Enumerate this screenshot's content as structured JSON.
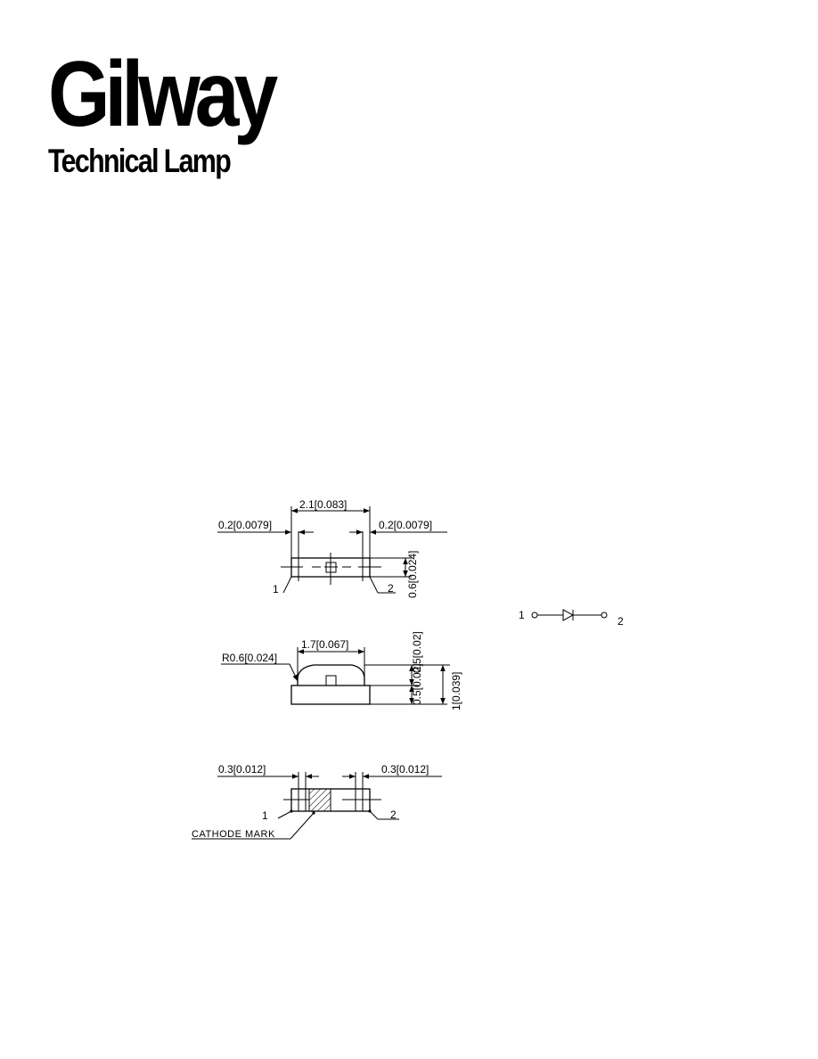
{
  "brand": {
    "name": "Gilway",
    "tagline": "Technical Lamp"
  },
  "top_view": {
    "overall_width": "2.1[0.083]",
    "left_offset": "0.2[0.0079]",
    "right_offset": "0.2[0.0079]",
    "body_height": "0.6[0.024]",
    "pin_1": "1",
    "pin_2": "2"
  },
  "side_view": {
    "lens_radius": "R0.6[0.024]",
    "lens_width": "1.7[0.067]",
    "lens_height": "0.5[0.02]",
    "base_height": "0.5[0.02]",
    "total_height": "1[0.039]"
  },
  "bottom_view": {
    "left_pad": "0.3[0.012]",
    "right_pad": "0.3[0.012]",
    "pin_1": "1",
    "pin_2": "2",
    "cathode_mark": "CATHODE  MARK"
  },
  "schematic": {
    "pin_1": "1",
    "pin_2": "2"
  },
  "colors": {
    "ink": "#000000",
    "paper": "#ffffff"
  }
}
